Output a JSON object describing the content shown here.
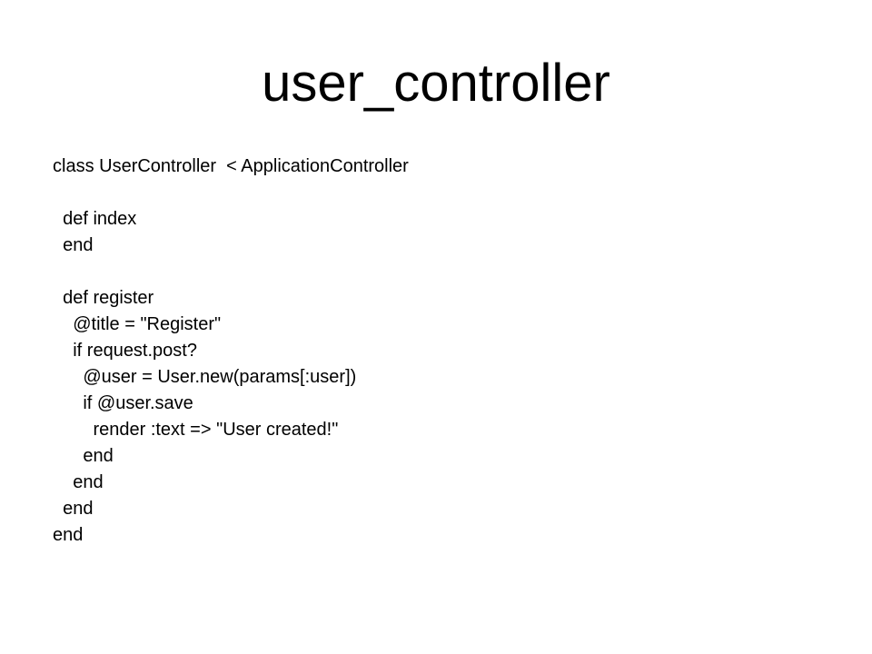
{
  "slide": {
    "title": "user_controller",
    "code_lines": [
      "class UserController  < ApplicationController",
      "",
      "  def index",
      "  end",
      "",
      "  def register",
      "    @title = \"Register\"",
      "    if request.post?",
      "      @user = User.new(params[:user])",
      "      if @user.save",
      "        render :text => \"User created!\"",
      "      end",
      "    end",
      "  end",
      "end"
    ]
  }
}
